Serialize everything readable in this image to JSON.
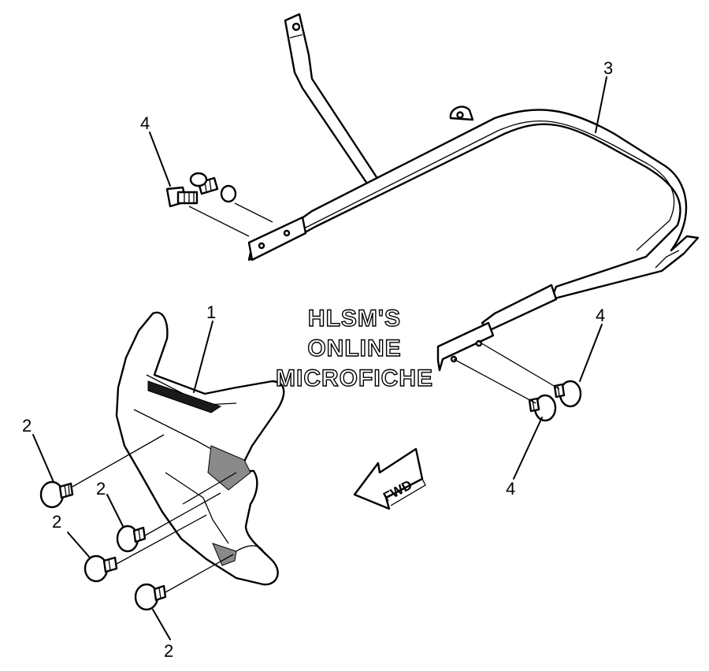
{
  "callouts": {
    "c1": "1",
    "c2a": "2",
    "c2b": "2",
    "c2c": "2",
    "c2d": "2",
    "c3": "3",
    "c4a": "4",
    "c4b": "4",
    "c4c": "4"
  },
  "watermark": {
    "line1": "HLSM'S",
    "line2": "ONLINE",
    "line3": "MICROFICHE"
  },
  "direction_label": "FWD"
}
